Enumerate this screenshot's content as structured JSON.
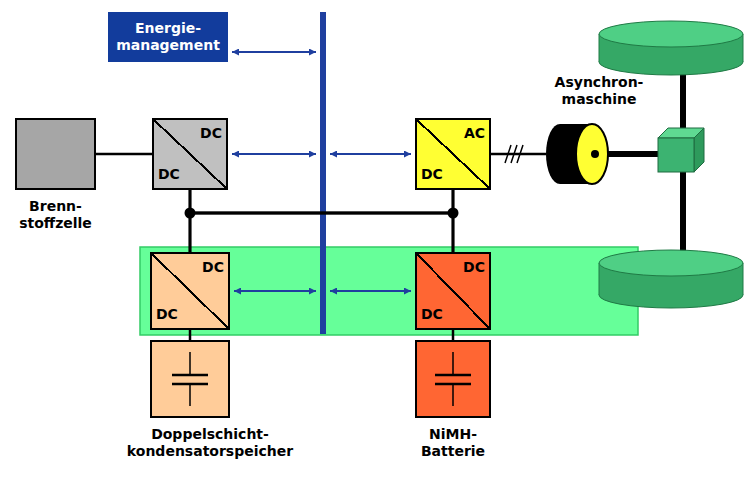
{
  "diagram": {
    "nodes": [
      {
        "text": [
          "Energie- management"
        ]
      },
      {
        "text": [
          "Asynchron- maschine"
        ]
      },
      {
        "text": [
          "Brenn- stoffzelle"
        ]
      },
      {
        "text": [
          "DC",
          "DC"
        ]
      },
      {
        "text": [
          "AC",
          "DC"
        ]
      },
      {
        "text": [
          "DC",
          "DC"
        ]
      },
      {
        "text": [
          "DC",
          "DC"
        ]
      },
      {
        "text": [
          "Doppelschicht- kondensatorspeicher"
        ]
      },
      {
        "text": [
          "NiMH- Batterie"
        ]
      }
    ],
    "edges": [
      {
        "from": 2,
        "to": 3,
        "arrow": "none"
      },
      {
        "from": 3,
        "to": 5,
        "arrow": "none"
      },
      {
        "from": 3,
        "to": 4,
        "arrow": "none"
      },
      {
        "from": 3,
        "to": 6,
        "arrow": "none"
      },
      {
        "from": 5,
        "to": 4,
        "arrow": "none"
      },
      {
        "from": 5,
        "to": 6,
        "arrow": "none"
      },
      {
        "from": 4,
        "to": 6,
        "arrow": "none"
      },
      {
        "from": 4,
        "to": 1,
        "arrow": "none"
      },
      {
        "from": 5,
        "to": 7,
        "arrow": "none"
      },
      {
        "from": 6,
        "to": 8,
        "arrow": "none"
      }
    ]
  }
}
